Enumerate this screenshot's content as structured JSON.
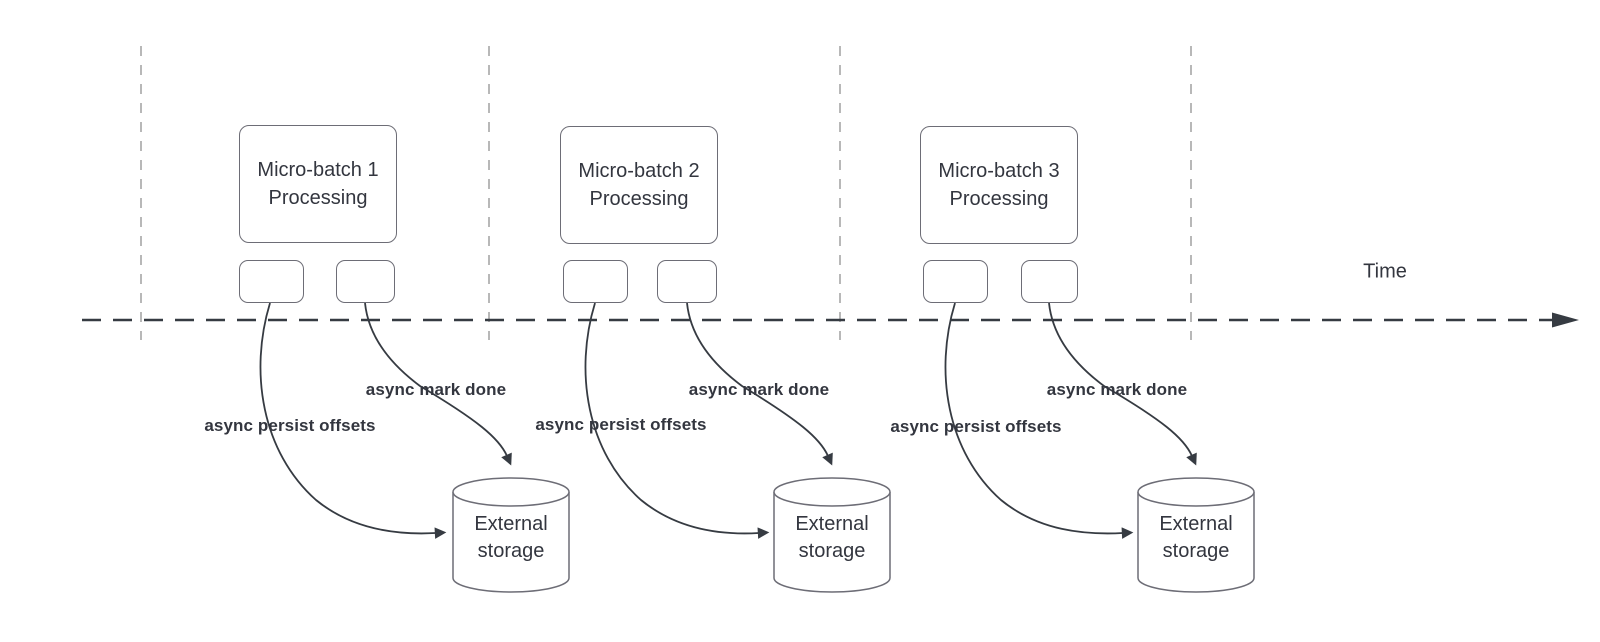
{
  "time_label": "Time",
  "batches": [
    {
      "box_title": "Micro-batch 1",
      "box_subtitle": "Processing",
      "persist_label": "async persist offsets",
      "done_label": "async mark done",
      "storage_label": "External storage"
    },
    {
      "box_title": "Micro-batch 2",
      "box_subtitle": "Processing",
      "persist_label": "async persist offsets",
      "done_label": "async mark done",
      "storage_label": "External storage"
    },
    {
      "box_title": "Micro-batch 3",
      "box_subtitle": "Processing",
      "persist_label": "async persist offsets",
      "done_label": "async mark done",
      "storage_label": "External storage"
    }
  ],
  "colors": {
    "line": "#363b42",
    "guide": "#a6a6a6",
    "node_border": "#6d6d76",
    "text": "#33363f",
    "bg": "#ffffff"
  }
}
